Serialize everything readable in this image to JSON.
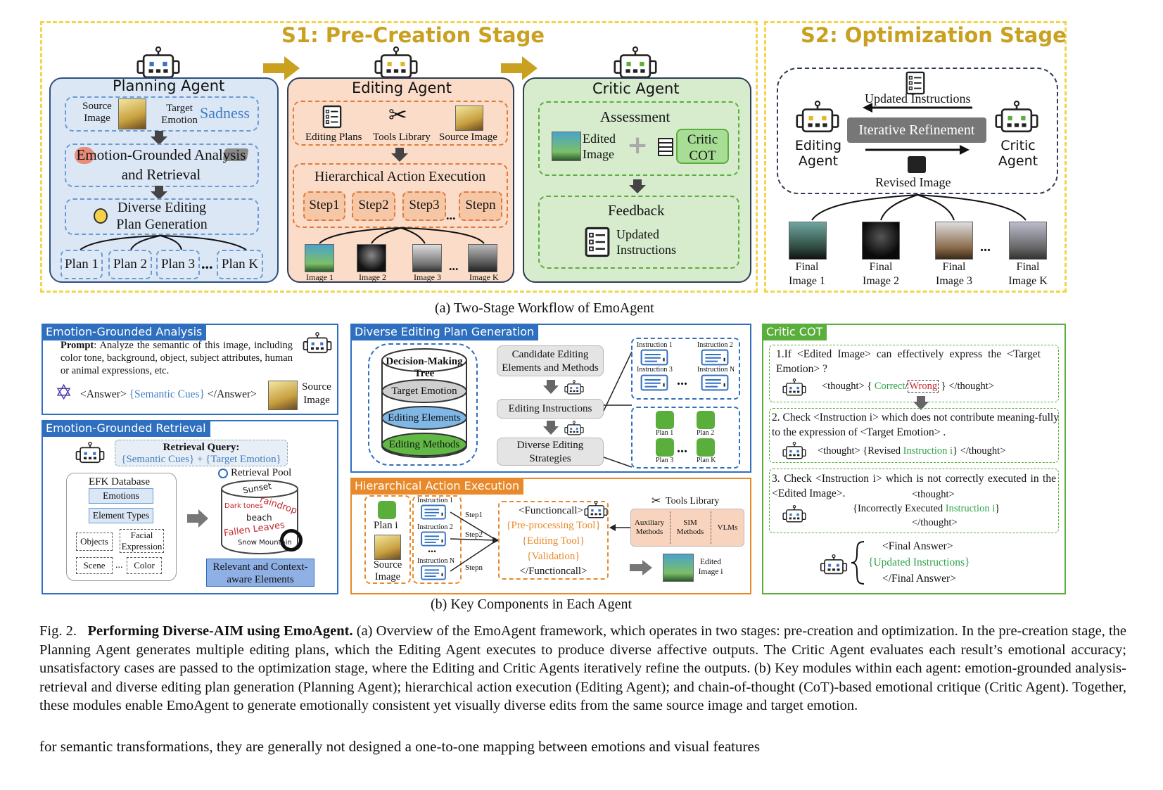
{
  "part_a": {
    "stage1_title": "S1: Pre-Creation Stage",
    "stage2_title": "S2: Optimization Stage",
    "caption": "(a) Two-Stage Workflow of EmoAgent",
    "planning": {
      "name": "Planning Agent",
      "source_image": "Source Image",
      "target_emotion": "Target Emotion",
      "emotion": "Sadness",
      "analysis": "Emotion-Grounded Analysis and Retrieval",
      "generation": "Diverse Editing Plan Generation",
      "plans": [
        "Plan 1",
        "Plan 2",
        "Plan 3",
        "Plan K"
      ],
      "ellipsis": "..."
    },
    "editing": {
      "name": "Editing Agent",
      "inputs": [
        "Editing Plans",
        "Tools Library",
        "Source Image"
      ],
      "hierarchical": "Hierarchical Action Execution",
      "steps": [
        "Step1",
        "Step2",
        "Step3",
        "Stepn"
      ],
      "ellipsis": "...",
      "outputs": [
        "Image 1",
        "Image 2",
        "Image 3",
        "Image K"
      ]
    },
    "critic": {
      "name": "Critic Agent",
      "assessment": "Assessment",
      "edited_image": "Edited Image",
      "critic_cot": "Critic COT",
      "feedback": "Feedback",
      "updated_instructions": "Updated Instructions"
    },
    "optimization": {
      "updated_instructions": "Updated Instructions",
      "iterative": "Iterative Refinement",
      "editing_agent": "Editing Agent",
      "critic_agent": "Critic Agent",
      "revised_image": "Revised Image",
      "finals": [
        "Final Image 1",
        "Final Image 2",
        "Final Image 3",
        "Final Image K"
      ],
      "ellipsis": "..."
    }
  },
  "part_b": {
    "caption": "(b) Key Components in Each Agent",
    "analysis": {
      "header": "Emotion-Grounded Analysis",
      "prompt_label": "Prompt",
      "prompt_text": ": Analyze the semantic of this image, including color tone, background, object, subject attributes, human or animal expressions, etc.",
      "answer_open": "<Answer>",
      "semantic_cues": "{Semantic Cues}",
      "answer_close": "</Answer>",
      "source_image": "Source Image"
    },
    "retrieval": {
      "header": "Emotion-Grounded Retrieval",
      "query_label": "Retrieval Query",
      "query_value": "{Semantic Cues} + {Target Emotion}",
      "efk": "EFK Database",
      "emotions": "Emotions",
      "element_types": "Element Types",
      "objects": "Objects",
      "facial": "Facial Expression",
      "scene": "Scene",
      "dots": "...",
      "color": "Color",
      "pool": "Retrieval Pool",
      "words": [
        "Sunset",
        "Dark tones",
        "raindrop",
        "beach",
        "Fallen Leaves",
        "Snow Mountain"
      ],
      "relevant": "Relevant and Context-aware Elements"
    },
    "plan_gen": {
      "header": "Diverse Editing Plan Generation",
      "tree": "Decision-Making Tree",
      "layers": [
        "Target Emotion",
        "Editing Elements",
        "Editing Methods"
      ],
      "candidate": "Candidate Editing Elements and Methods",
      "instructions": "Editing Instructions",
      "strategies": "Diverse Editing Strategies",
      "instr_labels": [
        "Instruction 1",
        "Instruction 2",
        "Instruction 3",
        "Instruction N"
      ],
      "plan_labels": [
        "Plan 1",
        "Plan 2",
        "Plan 3",
        "Plan K"
      ],
      "dots": "..."
    },
    "hier": {
      "header": "Hierarchical Action Execution",
      "plan_i": "Plan i",
      "source_image": "Source Image",
      "instr_labels": [
        "Instruction 1",
        "Instruction 2",
        "Instruction N"
      ],
      "dots": "...",
      "step_labels": [
        "Step1",
        "Step2",
        "Stepn"
      ],
      "func_open": "<Functioncall>",
      "pre": "{Pre-processing Tool}",
      "edit": "{Editing Tool}",
      "valid": "{Validation}",
      "func_close": "</Functioncall>",
      "tools_library": "Tools Library",
      "tools": [
        "Auxiliary Methods",
        "SIM Methods",
        "VLMs"
      ],
      "edited": "Edited Image i"
    },
    "critic": {
      "header": "Critic COT",
      "q1": "1.If <Edited Image> can effectively express the <Target Emotion> ?",
      "t1_open": "<thought>",
      "correct": "Correct",
      "slash": "/",
      "wrong": "Wrong",
      "t1_close": "</thought>",
      "q2": "2. Check <Instruction i> which does not contribute meaning-fully to the expression of <Target Emotion> .",
      "t2_open": "<thought>",
      "revised": "{Revised",
      "instr_i": "Instruction i",
      "t2_close": "</thought>",
      "q3": "3. Check <Instruction i> which is not correctly executed in the <Edited Image>.",
      "t3_open": "<thought>",
      "incorrect": "{Incorrectly Executed",
      "t3_close": "</thought>",
      "final_open": "<Final Answer>",
      "updated": "{Updated Instructions}",
      "final_close": "</Final Answer>"
    }
  },
  "caption": {
    "fig": "Fig. 2.",
    "bold": "Performing Diverse-AIM using EmoAgent.",
    "body": "(a) Overview of the EmoAgent framework, which operates in two stages: pre-creation and optimization. In the pre-creation stage, the Planning Agent generates multiple editing plans, which the Editing Agent executes to produce diverse affective outputs. The Critic Agent evaluates each result’s emotional accuracy; unsatisfactory cases are passed to the optimization stage, where the Editing and Critic Agents iteratively refine the outputs. (b) Key modules within each agent: emotion-grounded analysis-retrieval and diverse editing plan generation (Planning Agent); hierarchical action execution (Editing Agent); and chain-of-thought (CoT)-based emotional critique (Critic Agent). Together, these modules enable EmoAgent to generate emotionally consistent yet visually diverse edits from the same source image and target emotion.",
    "cutoff": "for semantic transformations, they are generally not designed    a one-to-one mapping between emotions and visual features"
  },
  "colors": {
    "stage_border": "#f2d54a",
    "stage_title": "#c9a020",
    "planning_bg": "#dbe7f5",
    "editing_bg": "#fbdcc8",
    "critic_bg": "#d6eccd",
    "blue_panel": "#2f6fc0",
    "orange_panel": "#e8892b",
    "green_panel": "#5aae3c",
    "arrow_gold": "#c9a020"
  }
}
